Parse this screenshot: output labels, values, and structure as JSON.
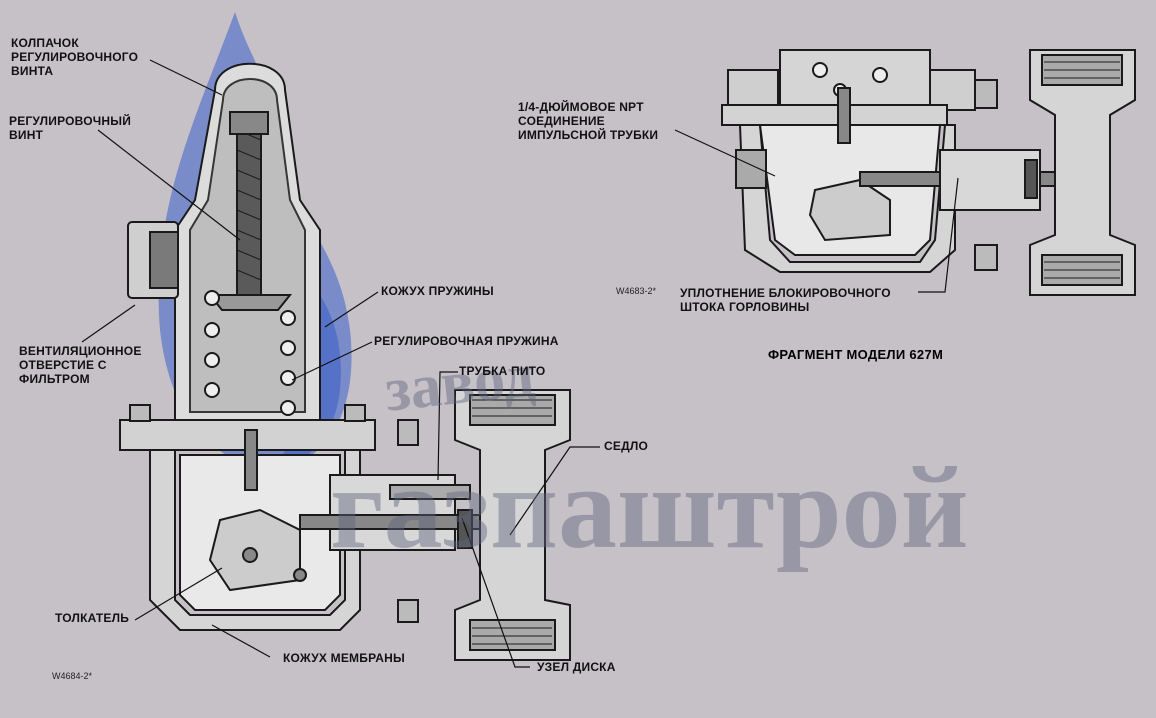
{
  "labels": {
    "cap": "КОЛПАЧОК\nРЕГУЛИРОВОЧНОГО\nВИНТА",
    "adjust_screw": "РЕГУЛИРОВОЧНЫЙ\nВИНТ",
    "spring_case": "КОЖУХ ПРУЖИНЫ",
    "adjust_spring": "РЕГУЛИРОВОЧНАЯ ПРУЖИНА",
    "vent": "ВЕНТИЛЯЦИОННОЕ\nОТВЕРСТИЕ С\nФИЛЬТРОМ",
    "pitot": "ТРУБКА ПИТО",
    "seat": "СЕДЛО",
    "pusher": "ТОЛКАТЕЛЬ",
    "diaphragm_case": "КОЖУХ МЕМБРАНЫ",
    "disk_assembly": "УЗЕЛ ДИСКА",
    "npt_connection": "1/4-ДЮЙМОВОЕ NPT\nСОЕДИНЕНИЕ\nИМПУЛЬСНОЙ ТРУБКИ",
    "stem_seal": "УПЛОТНЕНИЕ БЛОКИРОВОЧНОГО\nШТОКА ГОРЛОВИНЫ"
  },
  "codes": {
    "main": "W4684-2*",
    "fragment": "W4683-2*"
  },
  "caption": "ФРАГМЕНТ МОДЕЛИ 627М",
  "watermark": {
    "top": "завод",
    "bottom": "газпаштрой"
  },
  "colors": {
    "background": "#c6c1c7",
    "flame": "#3a5fc9",
    "metal": "#d8d8d8",
    "outline": "#1a1a1a"
  }
}
